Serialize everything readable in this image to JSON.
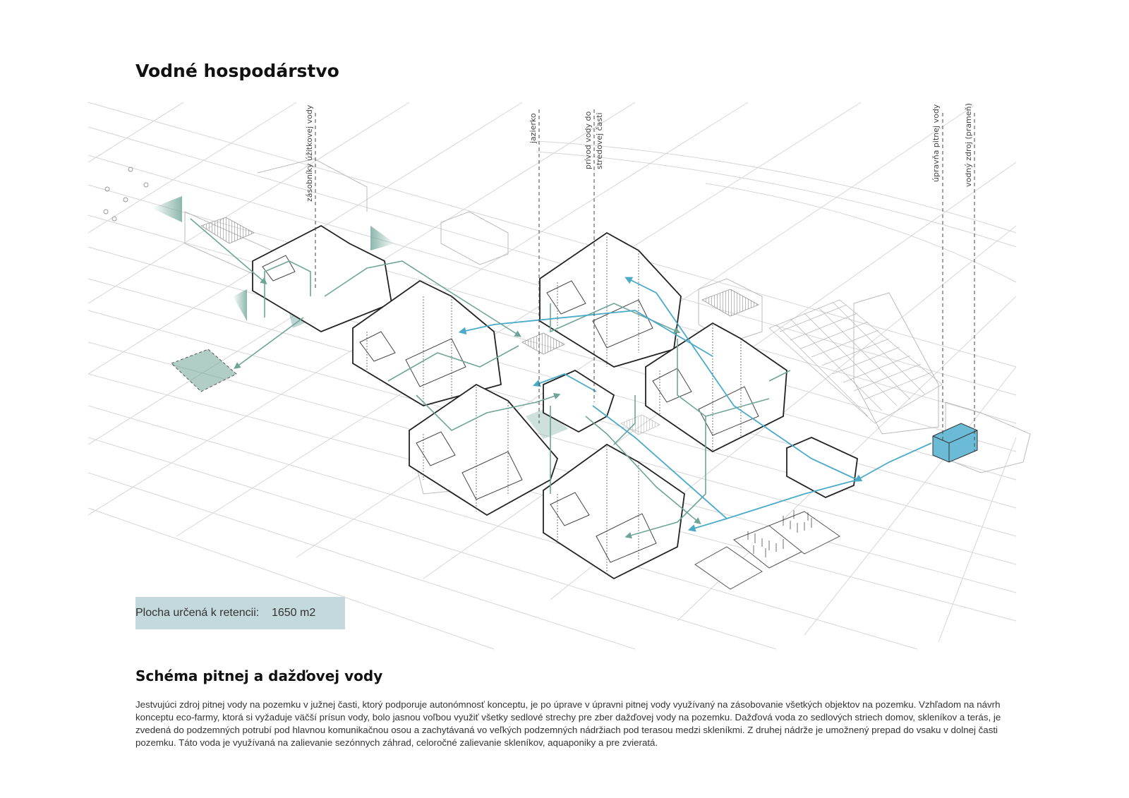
{
  "title": "Vodné hospodárstvo",
  "labels": {
    "zasobniky": "zásobníky úžitkovej vody",
    "jazierko": "jazierko",
    "privod_line1": "prívod vody do",
    "privod_line2": "stredovej časti",
    "upravna": "úpravňa pitnej vody",
    "zdroj": "vodný zdroj (prameň)"
  },
  "retention": {
    "label": "Plocha určená k retencii:",
    "value": "1650 m2"
  },
  "subtitle": "Schéma pitnej a dažďovej vody",
  "description": "Jestvujúci zdroj pitnej vody na pozemku v južnej časti, ktorý podporuje autonómnosť konceptu, je po úprave v úpravni pitnej vody využívaný na zásobovanie všetkých objektov na pozemku. Vzhľadom na návrh konceptu eco-farmy, ktorá si vyžaduje väčší prísun vody, bolo jasnou voľbou využiť všetky sedlové strechy pre zber dažďovej vody na pozemku. Dažďová voda zo sedlových striech domov, skleníkov a terás, je zvedená do podzemných potrubí pod hlavnou komunikačnou osou a zachytávaná vo veľkých podzemných nádržiach pod terasou medzi skleníkmi. Z druhej nádrže je umožnený prepad do vsaku v dolnej časti pozemku. Táto voda je využívaná na zalievanie sezónnych záhrad, celoročné zalievanie skleníkov, aquaponiky a pre zvieratá.",
  "colors": {
    "rainwater": "#6fa598",
    "drinking_water": "#4aaac8",
    "treatment_box": "#6cbbd6",
    "retention_box": "#c3d9db",
    "outline": "#222222",
    "grid": "#d6d6d6"
  }
}
